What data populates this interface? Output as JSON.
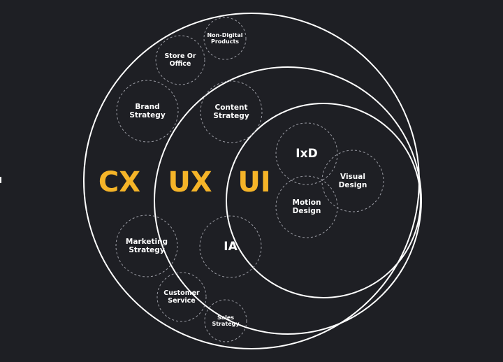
{
  "layers": [
    {
      "key": "cx",
      "label": "CX",
      "color": "#f5b428"
    },
    {
      "key": "ux",
      "label": "UX",
      "color": "#f5b428"
    },
    {
      "key": "ui",
      "label": "UI",
      "color": "#f5b428"
    }
  ],
  "nodes": [
    {
      "key": "non-digital-products",
      "lines": [
        "Non-Digital",
        "Products"
      ]
    },
    {
      "key": "store-or-office",
      "lines": [
        "Store Or",
        "Office"
      ]
    },
    {
      "key": "brand-strategy",
      "lines": [
        "Brand",
        "Strategy"
      ]
    },
    {
      "key": "content-strategy",
      "lines": [
        "Content",
        "Strategy"
      ]
    },
    {
      "key": "ixd",
      "lines": [
        "IxD"
      ]
    },
    {
      "key": "visual-design",
      "lines": [
        "Visual",
        "Design"
      ]
    },
    {
      "key": "motion-design",
      "lines": [
        "Motion",
        "Design"
      ]
    },
    {
      "key": "marketing-strategy",
      "lines": [
        "Marketing",
        "Strategy"
      ]
    },
    {
      "key": "ia",
      "lines": [
        "IA"
      ]
    },
    {
      "key": "customer-service",
      "lines": [
        "Customer",
        "Service"
      ]
    },
    {
      "key": "sales-strategy",
      "lines": [
        "Sales",
        "Strategy"
      ]
    }
  ],
  "colors": {
    "background": "#1e1f24",
    "ring": "#ffffff",
    "dashed": "#9a9ba3",
    "accent": "#f5b428",
    "text": "#ffffff"
  }
}
